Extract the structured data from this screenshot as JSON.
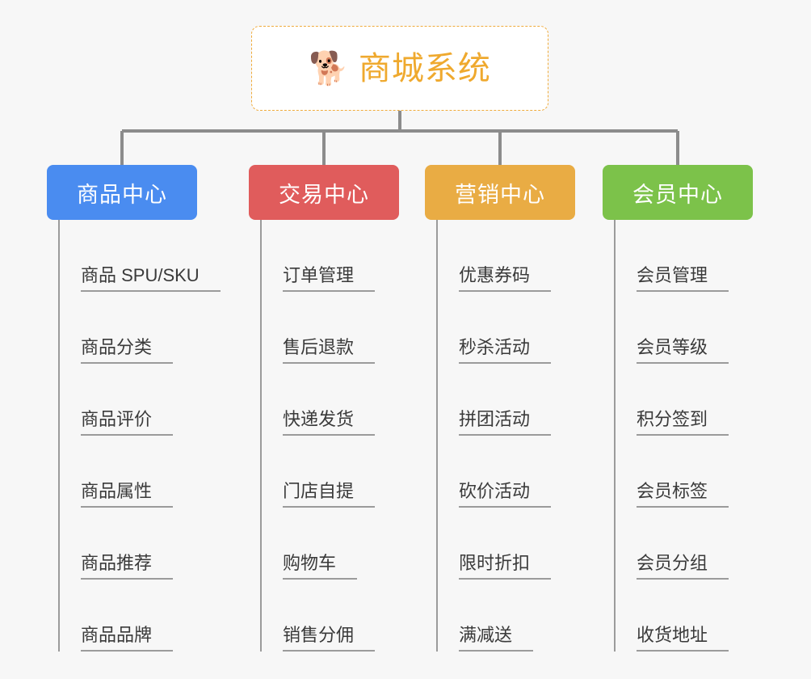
{
  "diagram": {
    "type": "mind-map",
    "title": "商城系统",
    "background_color": "#f7f7f7",
    "root": {
      "icon": "dog-face-icon",
      "icon_glyph": "🐕",
      "label": "商城系统",
      "text_color": "#efa92e",
      "border_color": "#efab3c",
      "background_color": "#ffffff"
    },
    "connector_color": "#8c8c8c",
    "leaf_line_color": "#9b9b9b",
    "branches": [
      {
        "label": "商品中心",
        "color": "#4a8cf0",
        "items": [
          "商品 SPU/SKU",
          "商品分类",
          "商品评价",
          "商品属性",
          "商品推荐",
          "商品品牌"
        ]
      },
      {
        "label": "交易中心",
        "color": "#e05c5c",
        "items": [
          "订单管理",
          "售后退款",
          "快递发货",
          "门店自提",
          "购物车",
          "销售分佣"
        ]
      },
      {
        "label": "营销中心",
        "color": "#e9ac44",
        "items": [
          "优惠券码",
          "秒杀活动",
          "拼团活动",
          "砍价活动",
          "限时折扣",
          "满减送"
        ]
      },
      {
        "label": "会员中心",
        "color": "#7cc24a",
        "items": [
          "会员管理",
          "会员等级",
          "积分签到",
          "会员标签",
          "会员分组",
          "收货地址"
        ]
      }
    ]
  }
}
